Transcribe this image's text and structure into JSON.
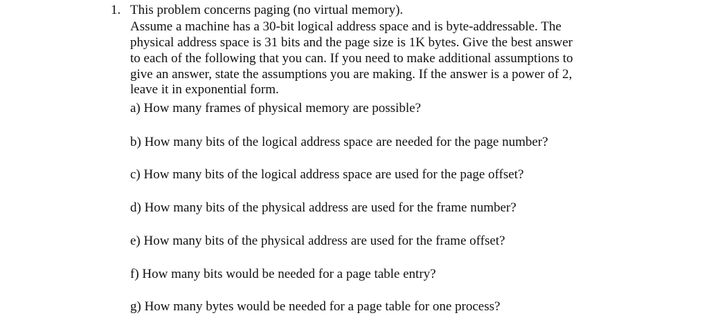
{
  "problem": {
    "number": "1.",
    "intro_lines": [
      "This problem concerns paging (no virtual memory).",
      "Assume a machine has a 30-bit logical address space and is byte-addressable. The",
      "physical address space is 31 bits and the page size is 1K bytes. Give the best answer",
      "to each of the following that you can. If you need to make additional assumptions to",
      "give an answer, state the assumptions you are making. If the answer is a power of 2,",
      "leave it in exponential form."
    ],
    "questions": [
      "a) How many frames of physical memory are possible?",
      "b) How many bits of the logical address space are needed for the page number?",
      "c) How many bits of the logical address space are used for the page offset?",
      "d) How many bits of the physical address are used for the frame number?",
      "e) How many bits of the physical address are used for the frame offset?",
      "f) How many bits would be needed for a page table entry?",
      "g) How many bytes would be needed for a page table for one process?"
    ]
  }
}
